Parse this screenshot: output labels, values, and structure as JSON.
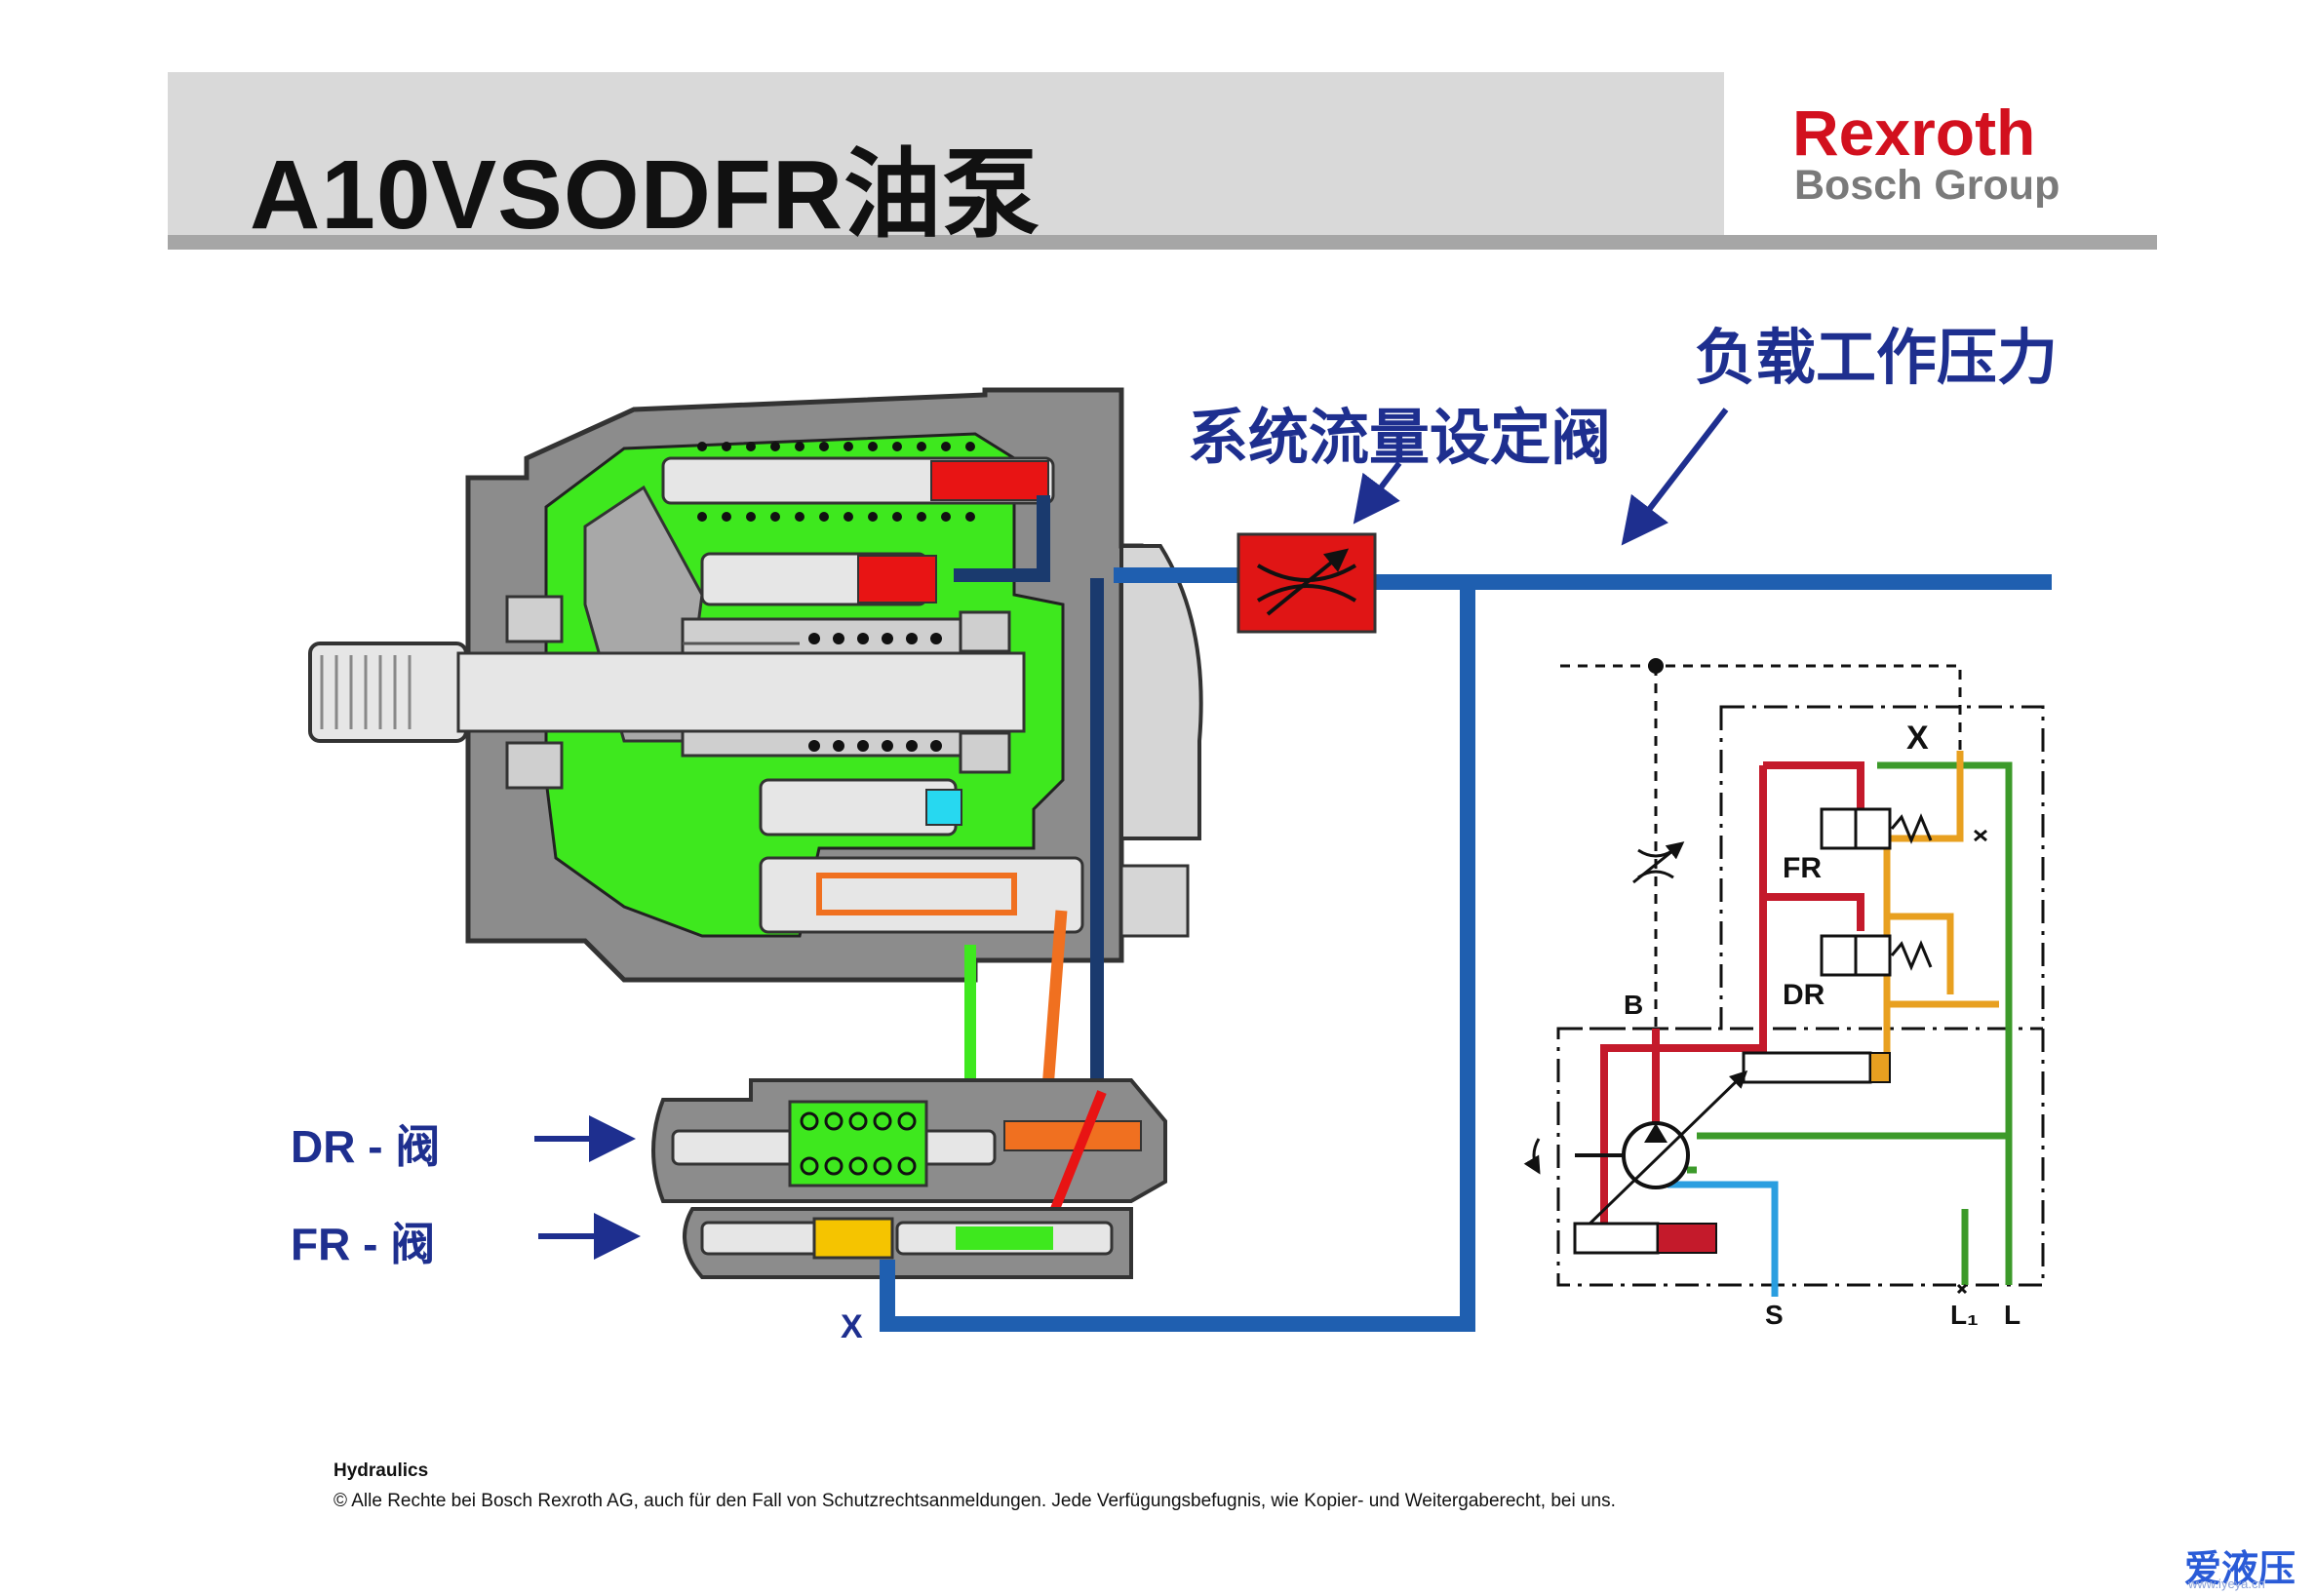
{
  "header": {
    "title": "A10VSODFR油泵",
    "logo": {
      "brand": "Rexroth",
      "group": "Bosch Group",
      "brand_color": "#d2101e"
    }
  },
  "callouts": {
    "load_pressure": "负载工作压力",
    "flow_valve": "系统流量设定阀"
  },
  "valve_labels": {
    "dr": "DR - 阀",
    "fr": "FR -  阀",
    "x_port": "X"
  },
  "schematic": {
    "labels": {
      "x": "X",
      "fr": "FR",
      "dr": "DR",
      "b": "B",
      "s": "S",
      "l1": "L₁",
      "l": "L"
    }
  },
  "footer": {
    "division": "Hydraulics",
    "copyright": "© Alle Rechte bei Bosch Rexroth AG, auch für den Fall von Schutzrechtsanmeldungen. Jede Verfügungsbefugnis, wie Kopier- und Weitergaberecht, bei uns."
  },
  "watermark": {
    "text": "爱液压",
    "url": "www.iyeya.cn"
  },
  "colors": {
    "line_blue": "#1f5fb0",
    "case_grey": "#8c8c8c",
    "oil_green": "#3ee81e",
    "valve_red": "#d81818",
    "orange": "#f07020",
    "callout_navy": "#1e2f8f"
  }
}
